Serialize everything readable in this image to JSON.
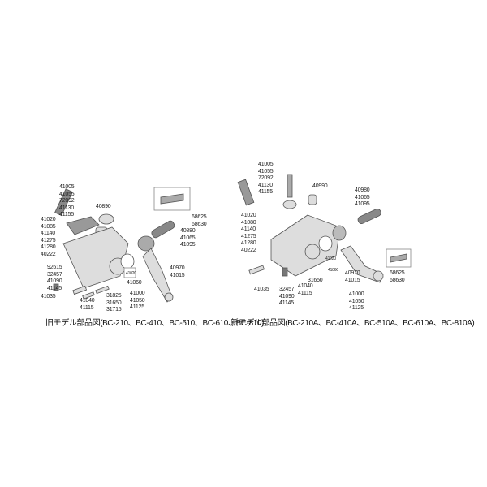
{
  "old_model": {
    "caption": "旧モデル部品図(BC-210、BC-410、BC-510、BC-610、BC-810)",
    "groups": {
      "top_chain": [
        "41005",
        "41055",
        "72092",
        "41130",
        "41155"
      ],
      "roller": [
        "40890"
      ],
      "chain_box": [
        "68625",
        "68630"
      ],
      "body": [
        "41020",
        "41085",
        "41140",
        "41275",
        "41280",
        "40222"
      ],
      "screw": [
        "40880",
        "41065",
        "41095"
      ],
      "bolt": [
        "92615",
        "32457",
        "41090",
        "41145"
      ],
      "handle": [
        "40970",
        "41015"
      ],
      "pin": [
        "41035"
      ],
      "small_box": [
        "41020"
      ],
      "collar": [
        "41060"
      ],
      "assembly": [
        "41000",
        "41050",
        "41125"
      ],
      "pin2": [
        "41040",
        "41115"
      ],
      "pin3": [
        "31825",
        "31650",
        "31715"
      ]
    }
  },
  "new_model": {
    "caption": "新モデル部品図(BC-210A、BC-410A、BC-510A、BC-610A、BC-810A)",
    "groups": {
      "top_chain": [
        "41005",
        "41055",
        "72092",
        "41130",
        "41155"
      ],
      "roller": [
        "40990"
      ],
      "screw": [
        "40980",
        "41065",
        "41095"
      ],
      "body": [
        "41020",
        "41080",
        "41140",
        "41275",
        "41280",
        "40222"
      ],
      "pin": [
        "41035"
      ],
      "bolt": [
        "32457",
        "41090",
        "41145"
      ],
      "pin2": [
        "41040",
        "41115"
      ],
      "pin3": [
        "31650"
      ],
      "small_box": [
        "41020"
      ],
      "collar": [
        "41060"
      ],
      "handle": [
        "40970",
        "41015"
      ],
      "assembly": [
        "41000",
        "41050",
        "41125"
      ],
      "chain_box": [
        "68625",
        "68630"
      ]
    }
  }
}
